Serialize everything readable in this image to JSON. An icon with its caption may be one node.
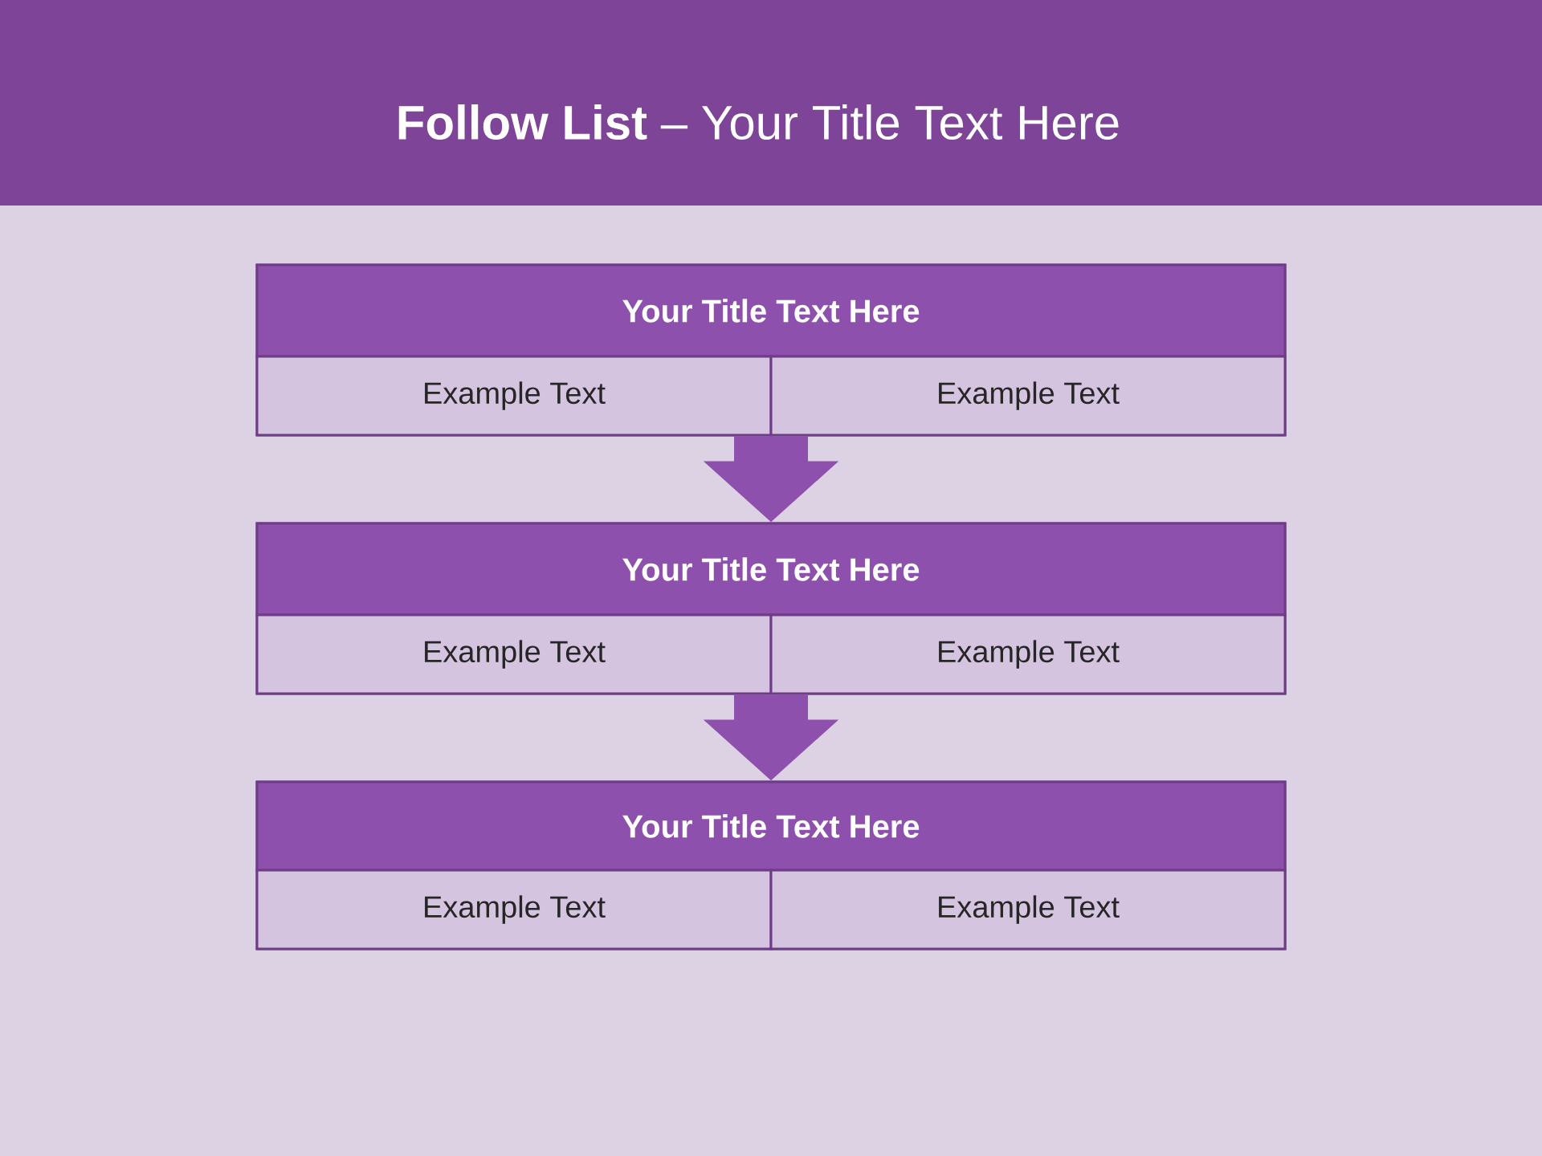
{
  "diagram": {
    "title": "**Follow List**  – Your Title Text Here",
    "nodes": [
      {
        "text": [],
        "shape": "box"
      },
      {
        "text": [
          "Your Title Text Here"
        ],
        "in": 0
      },
      {
        "text": [
          "Example Text"
        ],
        "in": 0
      },
      {
        "text": [
          "Example Text"
        ],
        "in": 0
      },
      {
        "text": [],
        "shape": "box"
      },
      {
        "text": [
          "Your Title Text Here"
        ],
        "in": 4
      },
      {
        "text": [
          "Example Text"
        ],
        "in": 4
      },
      {
        "text": [
          "Example Text"
        ],
        "in": 4
      },
      {
        "text": [],
        "shape": "box"
      },
      {
        "text": [
          "Your Title Text Here"
        ],
        "in": 8
      },
      {
        "text": [
          "Example Text"
        ],
        "in": 8
      },
      {
        "text": [
          "Example Text"
        ],
        "in": 8
      }
    ],
    "edges": [
      {
        "from": 0,
        "to": 4,
        "arrow": "to"
      },
      {
        "from": 4,
        "to": 8,
        "arrow": "to"
      }
    ]
  }
}
